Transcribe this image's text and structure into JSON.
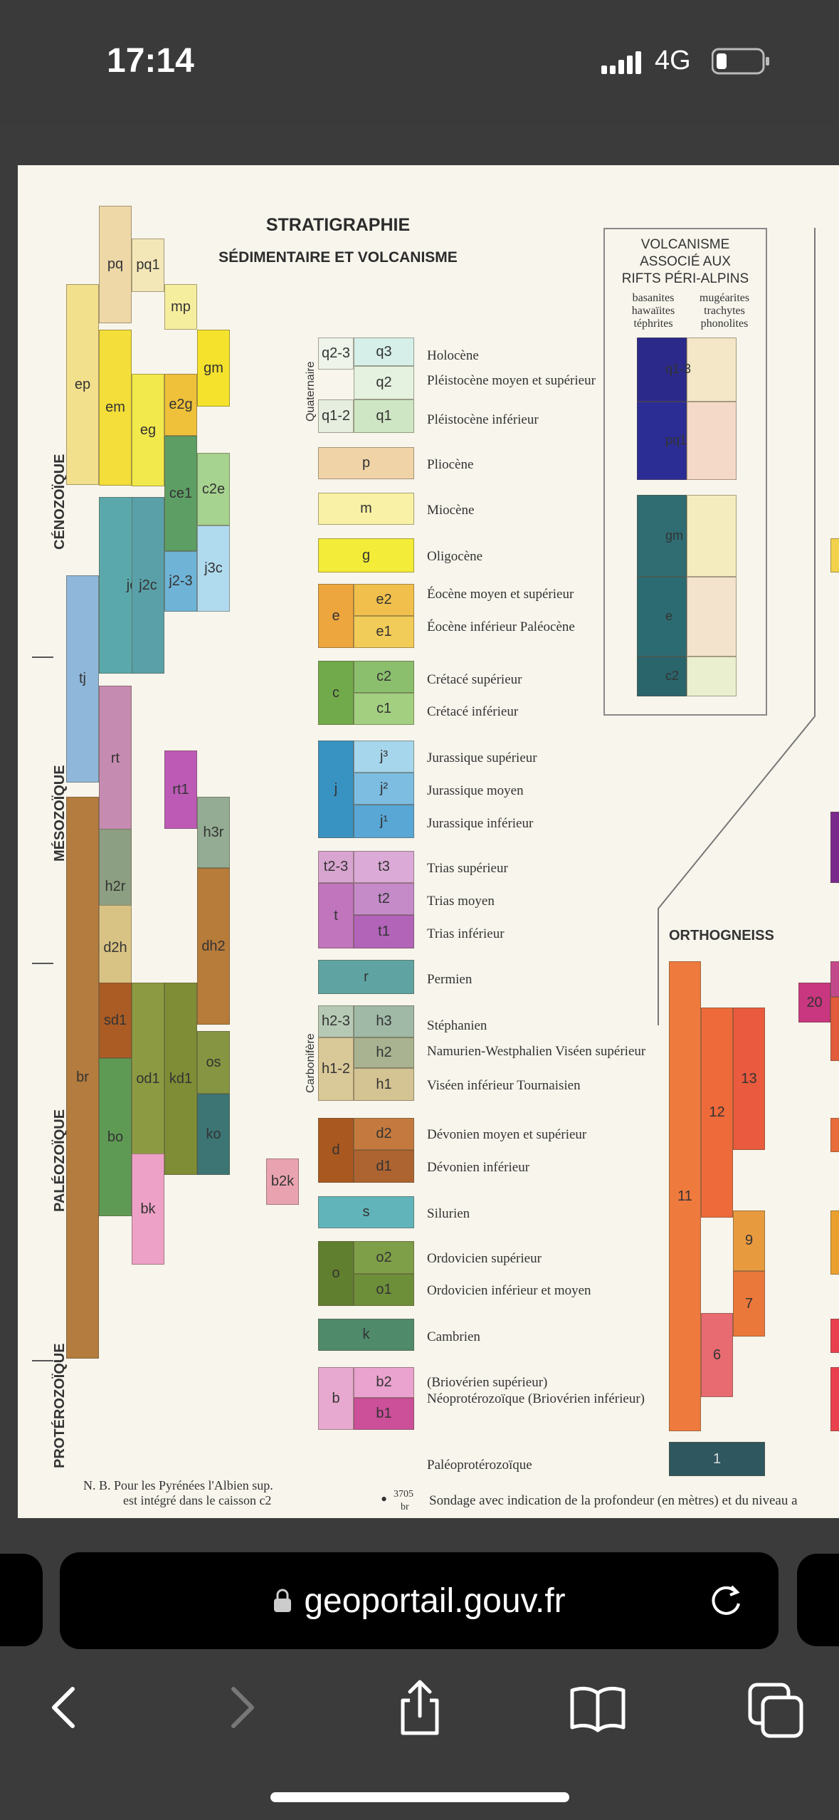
{
  "status": {
    "time": "17:14",
    "network": "4G"
  },
  "legend": {
    "title": "STRATIGRAPHIE",
    "subtitle": "SÉDIMENTAIRE ET VOLCANISME",
    "eras": [
      "CÉNOZOÏQUE",
      "MÉSOZOÏQUE",
      "PALÉOZOÏQUE",
      "PROTÉROZOÏQUE"
    ],
    "quaternaire": "Quaternaire",
    "carbonifere": "Carbonifère",
    "note": [
      "N. B.  Pour les Pyrénées l'Albien sup.",
      "est intégré dans le caisson c2"
    ],
    "sondage_num": "3705",
    "sondage_code": "br",
    "sondage_text": "Sondage avec indication de la profondeur (en mètres) et du niveau a",
    "volc_title": [
      "VOLCANISME",
      "ASSOCIÉ AUX",
      "RIFTS PÉRI-ALPINS"
    ],
    "volc_cols": [
      [
        "basanites",
        "hawaïites",
        "téphrites"
      ],
      [
        "mugéarites",
        "trachytes",
        "phonolites"
      ]
    ],
    "volc_codes": [
      "q1-3",
      "pq1",
      "gm",
      "e",
      "c2"
    ],
    "ortho_title": "ORTHOGNEISS",
    "ortho_codes": [
      "11",
      "12",
      "13",
      "9",
      "7",
      "6",
      "1",
      "20"
    ],
    "col_codes": {
      "c1": [
        "ep",
        "pq",
        "pq1",
        "mp",
        "gm",
        "em",
        "eg",
        "e2g",
        "ce1",
        "c2e",
        "jc",
        "j2c",
        "j3c",
        "j2-3",
        "tj",
        "rt",
        "rt1",
        "h2r",
        "h3r",
        "d2h",
        "dh2",
        "br",
        "sd1",
        "od1",
        "kd1",
        "os",
        "bo",
        "bk",
        "ko",
        "b2k"
      ]
    },
    "chart": [
      {
        "code": "q3",
        "label": "Holocène"
      },
      {
        "code": "q2",
        "label": "Pléistocène moyen et supérieur"
      },
      {
        "code": "q1",
        "label": "Pléistocène inférieur"
      },
      {
        "code": "q2-3",
        "label": ""
      },
      {
        "code": "q1-2",
        "label": ""
      },
      {
        "code": "p",
        "label": "Pliocène"
      },
      {
        "code": "m",
        "label": "Miocène"
      },
      {
        "code": "g",
        "label": "Oligocène"
      },
      {
        "code": "e2",
        "label": "Éocène moyen et supérieur"
      },
      {
        "code": "e1",
        "label": "Éocène inférieur Paléocène"
      },
      {
        "code": "e",
        "label": ""
      },
      {
        "code": "c2",
        "label": "Crétacé supérieur"
      },
      {
        "code": "c1",
        "label": "Crétacé inférieur"
      },
      {
        "code": "c",
        "label": ""
      },
      {
        "code": "j³",
        "label": "Jurassique supérieur"
      },
      {
        "code": "j²",
        "label": "Jurassique moyen"
      },
      {
        "code": "j¹",
        "label": "Jurassique inférieur"
      },
      {
        "code": "j",
        "label": ""
      },
      {
        "code": "t3",
        "label": "Trias supérieur"
      },
      {
        "code": "t2",
        "label": "Trias moyen"
      },
      {
        "code": "t1",
        "label": "Trias inférieur"
      },
      {
        "code": "t2-3",
        "label": ""
      },
      {
        "code": "t",
        "label": ""
      },
      {
        "code": "r",
        "label": "Permien"
      },
      {
        "code": "h3",
        "label": "Stéphanien"
      },
      {
        "code": "h2",
        "label": "Namurien-Westphalien Viséen supérieur"
      },
      {
        "code": "h1",
        "label": "Viséen inférieur Tournaisien"
      },
      {
        "code": "h2-3",
        "label": ""
      },
      {
        "code": "h1-2",
        "label": ""
      },
      {
        "code": "d2",
        "label": "Dévonien moyen et supérieur"
      },
      {
        "code": "d1",
        "label": "Dévonien inférieur"
      },
      {
        "code": "d",
        "label": ""
      },
      {
        "code": "s",
        "label": "Silurien"
      },
      {
        "code": "o2",
        "label": "Ordovicien supérieur"
      },
      {
        "code": "o1",
        "label": "Ordovicien inférieur et moyen"
      },
      {
        "code": "o",
        "label": ""
      },
      {
        "code": "k",
        "label": "Cambrien"
      },
      {
        "code": "b2",
        "label": "(Briovérien supérieur)"
      },
      {
        "code": "b1",
        "label": "Néoprotérozoïque (Briovérien inférieur)"
      },
      {
        "code": "b",
        "label": ""
      },
      {
        "code": "",
        "label": "Paléoprotérozoïque"
      }
    ]
  },
  "browser": {
    "url": "geoportail.gouv.fr"
  }
}
